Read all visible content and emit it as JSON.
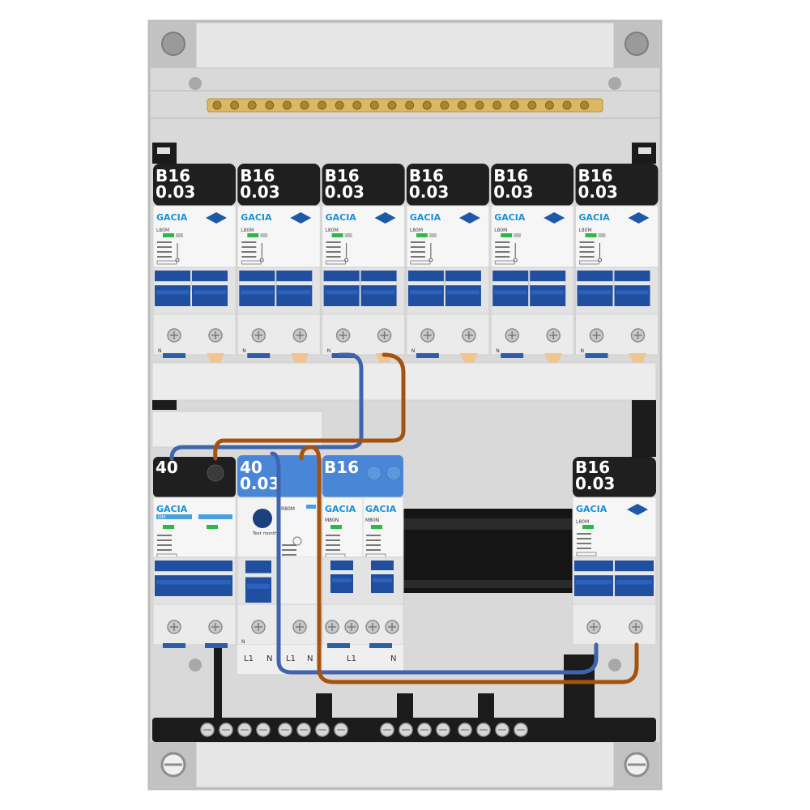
{
  "top_row": {
    "breakers": [
      {
        "rating": "B16",
        "sensitivity": "0.03",
        "brand": "GACIA",
        "model": "L80M"
      },
      {
        "rating": "B16",
        "sensitivity": "0.03",
        "brand": "GACIA",
        "model": "L80M"
      },
      {
        "rating": "B16",
        "sensitivity": "0.03",
        "brand": "GACIA",
        "model": "L80M"
      },
      {
        "rating": "B16",
        "sensitivity": "0.03",
        "brand": "GACIA",
        "model": "L80M"
      },
      {
        "rating": "B16",
        "sensitivity": "0.03",
        "brand": "GACIA",
        "model": "L80M"
      },
      {
        "rating": "B16",
        "sensitivity": "0.03",
        "brand": "GACIA",
        "model": "L80M"
      }
    ],
    "neutral_mark": "N"
  },
  "bottom_row": {
    "main_switch": {
      "rating": "40",
      "brand": "GACIA",
      "model": "DH"
    },
    "rcd": {
      "rating": "40",
      "sensitivity": "0.03",
      "model": "R80M",
      "test_label": "Test monthly"
    },
    "mcb": {
      "rating": "B16",
      "brand": "GACIA",
      "models": [
        "M80N",
        "M80N"
      ]
    },
    "right_breaker": {
      "rating": "B16",
      "sensitivity": "0.03",
      "brand": "GACIA",
      "model": "L80M"
    },
    "terminal_labels": [
      "N",
      "L1",
      "N",
      "L1",
      "N",
      "L1",
      "N"
    ]
  },
  "colors": {
    "enclosure": "#dcdcdc",
    "frame": "#bdbdbd",
    "rail_black": "#1b1b1b",
    "lever_blue": "#1f4f9e",
    "rcd_blue": "#4a86d8",
    "wire_blue": "#3f64ad",
    "wire_brown": "#a5520f",
    "brass": "#d9b45c",
    "gacia_blue": "#1a8fd6",
    "indicator_green": "#2fb845"
  }
}
